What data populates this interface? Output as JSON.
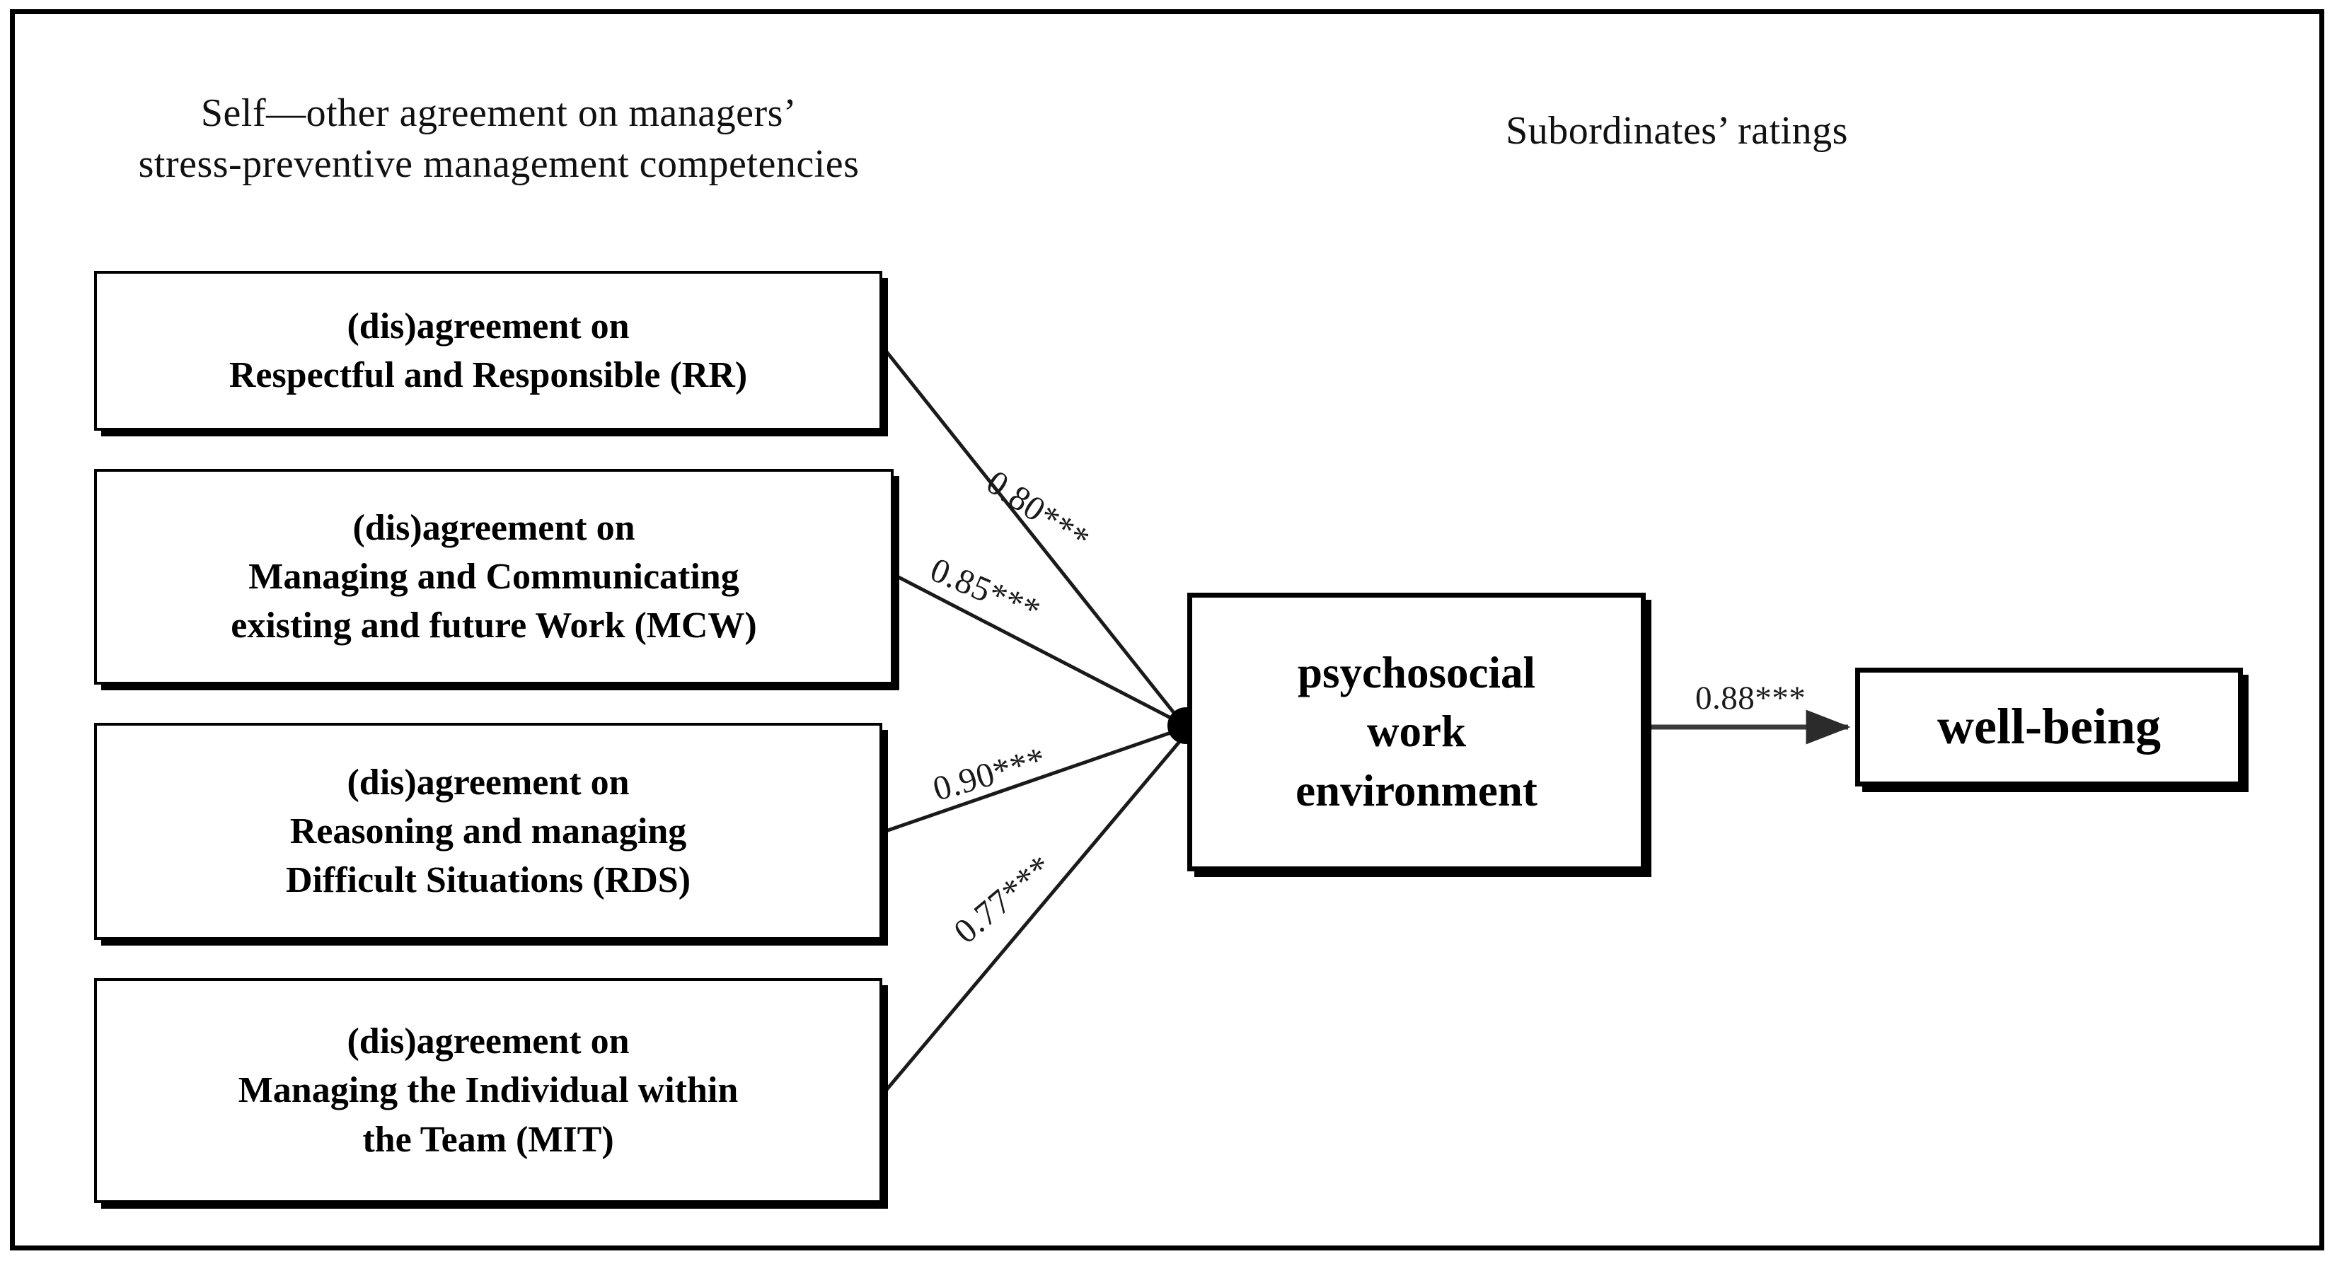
{
  "figure": {
    "type": "path-diagram",
    "captions": {
      "left": "Self—other agreement on managers’\nstress-preventive management competencies",
      "right": "Subordinates’ ratings"
    },
    "nodes": {
      "rr": {
        "label": "(dis)agreement on\nRespectful and Responsible (RR)"
      },
      "mcw": {
        "label": "(dis)agreement on\nManaging and Communicating\nexisting and future Work (MCW)"
      },
      "rds": {
        "label": "(dis)agreement on\nReasoning and managing\nDifficult Situations (RDS)"
      },
      "mit": {
        "label": "(dis)agreement on\nManaging the Individual within\nthe Team (MIT)"
      },
      "pwe": {
        "label": "psychosocial\nwork\nenvironment"
      },
      "wb": {
        "label": "well-being"
      }
    },
    "paths": [
      {
        "id": "rr-pwe",
        "from": "rr",
        "to": "pwe",
        "coefficient": "0.80***",
        "value": 0.8,
        "significance": "***"
      },
      {
        "id": "mcw-pwe",
        "from": "mcw",
        "to": "pwe",
        "coefficient": "0.85***",
        "value": 0.85,
        "significance": "***"
      },
      {
        "id": "rds-pwe",
        "from": "rds",
        "to": "pwe",
        "coefficient": "0.90***",
        "value": 0.9,
        "significance": "***"
      },
      {
        "id": "mit-pwe",
        "from": "mit",
        "to": "pwe",
        "coefficient": "0.77***",
        "value": 0.77,
        "significance": "***"
      },
      {
        "id": "pwe-wb",
        "from": "pwe",
        "to": "wb",
        "coefficient": "0.88***",
        "value": 0.88,
        "significance": "***"
      }
    ],
    "colors": {
      "stroke": "#000000",
      "background": "#ffffff",
      "text": "#000000",
      "coefficient_text": "#1a1a1a"
    }
  }
}
